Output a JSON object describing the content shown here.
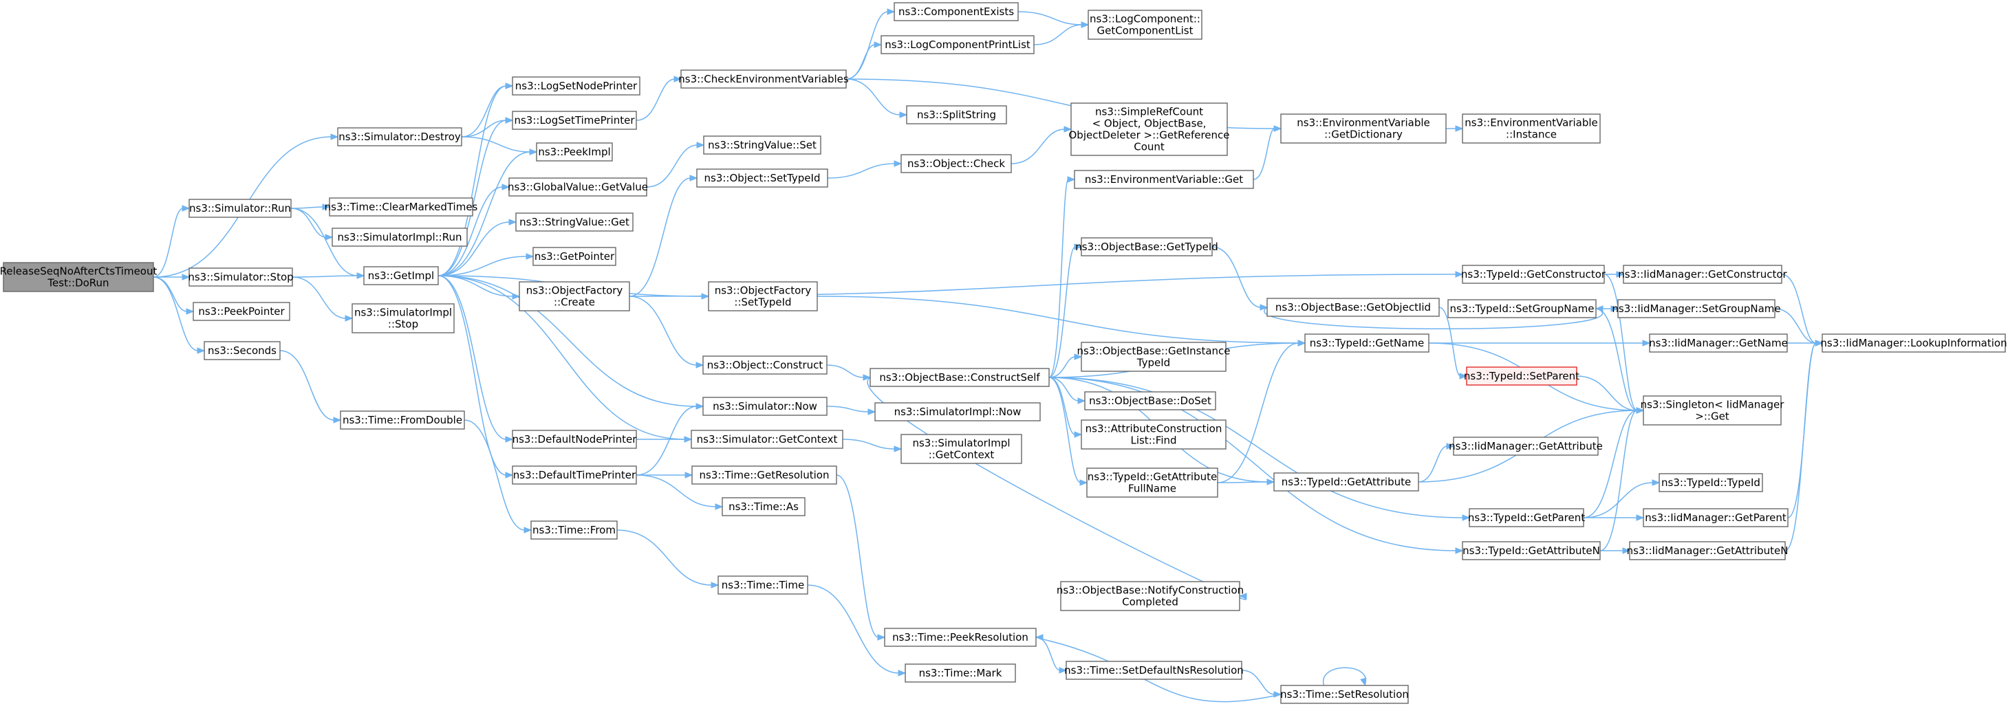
{
  "graph": {
    "nodes": {
      "root": {
        "lines": [
          "ReleaseSeqNoAfterCtsTimeout",
          "Test::DoRun"
        ],
        "style": "root"
      },
      "simDestroy": {
        "lines": [
          "ns3::Simulator::Destroy"
        ]
      },
      "simRun": {
        "lines": [
          "ns3::Simulator::Run"
        ]
      },
      "simStop": {
        "lines": [
          "ns3::Simulator::Stop"
        ]
      },
      "peekPointer": {
        "lines": [
          "ns3::PeekPointer"
        ]
      },
      "seconds": {
        "lines": [
          "ns3::Seconds"
        ]
      },
      "clearMarked": {
        "lines": [
          "ns3::Time::ClearMarkedTimes"
        ]
      },
      "simImplRun": {
        "lines": [
          "ns3::SimulatorImpl::Run"
        ]
      },
      "getImpl": {
        "lines": [
          "ns3::GetImpl"
        ]
      },
      "simImplStop": {
        "lines": [
          "ns3::SimulatorImpl",
          "::Stop"
        ]
      },
      "fromDouble": {
        "lines": [
          "ns3::Time::FromDouble"
        ]
      },
      "logSetNode": {
        "lines": [
          "ns3::LogSetNodePrinter"
        ]
      },
      "logSetTime": {
        "lines": [
          "ns3::LogSetTimePrinter"
        ]
      },
      "peekImpl": {
        "lines": [
          "ns3::PeekImpl"
        ]
      },
      "globalGet": {
        "lines": [
          "ns3::GlobalValue::GetValue"
        ]
      },
      "stringGet": {
        "lines": [
          "ns3::StringValue::Get"
        ]
      },
      "getPointer": {
        "lines": [
          "ns3::GetPointer"
        ]
      },
      "objFactCreate": {
        "lines": [
          "ns3::ObjectFactory",
          "::Create"
        ]
      },
      "defNodePrinter": {
        "lines": [
          "ns3::DefaultNodePrinter"
        ]
      },
      "defTimePrinter": {
        "lines": [
          "ns3::DefaultTimePrinter"
        ]
      },
      "timeFrom": {
        "lines": [
          "ns3::Time::From"
        ]
      },
      "checkEnv": {
        "lines": [
          "ns3::CheckEnvironmentVariables"
        ]
      },
      "stringSet": {
        "lines": [
          "ns3::StringValue::Set"
        ]
      },
      "objSetTypeId": {
        "lines": [
          "ns3::Object::SetTypeId"
        ]
      },
      "objFactSetTypeId": {
        "lines": [
          "ns3::ObjectFactory",
          "::SetTypeId"
        ]
      },
      "objConstruct": {
        "lines": [
          "ns3::Object::Construct"
        ]
      },
      "simNow": {
        "lines": [
          "ns3::Simulator::Now"
        ]
      },
      "simGetContext": {
        "lines": [
          "ns3::Simulator::GetContext"
        ]
      },
      "timeGetRes": {
        "lines": [
          "ns3::Time::GetResolution"
        ]
      },
      "timeAs": {
        "lines": [
          "ns3::Time::As"
        ]
      },
      "timeTime": {
        "lines": [
          "ns3::Time::Time"
        ]
      },
      "compExists": {
        "lines": [
          "ns3::ComponentExists"
        ]
      },
      "logCompPrint": {
        "lines": [
          "ns3::LogComponentPrintList"
        ]
      },
      "splitString": {
        "lines": [
          "ns3::SplitString"
        ]
      },
      "objCheck": {
        "lines": [
          "ns3::Object::Check"
        ]
      },
      "simImplNow": {
        "lines": [
          "ns3::SimulatorImpl::Now"
        ]
      },
      "simImplGetCtx": {
        "lines": [
          "ns3::SimulatorImpl",
          "::GetContext"
        ]
      },
      "peekRes": {
        "lines": [
          "ns3::Time::PeekResolution"
        ]
      },
      "timeMark": {
        "lines": [
          "ns3::Time::Mark"
        ]
      },
      "setDefNsRes": {
        "lines": [
          "ns3::Time::SetDefaultNsResolution"
        ]
      },
      "logCompGet": {
        "lines": [
          "ns3::LogComponent::",
          "GetComponentList"
        ]
      },
      "simpleRefCount": {
        "lines": [
          "ns3::SimpleRefCount",
          "< Object, ObjectBase,",
          "ObjectDeleter >::GetReference",
          "Count"
        ]
      },
      "envGet": {
        "lines": [
          "ns3::EnvironmentVariable::Get"
        ]
      },
      "objBaseGetTypeId": {
        "lines": [
          "ns3::ObjectBase::GetTypeId"
        ]
      },
      "objBaseConstructSelf": {
        "lines": [
          "ns3::ObjectBase::ConstructSelf"
        ]
      },
      "objBaseGetInstTypeId": {
        "lines": [
          "ns3::ObjectBase::GetInstance",
          "TypeId"
        ]
      },
      "objBaseDoSet": {
        "lines": [
          "ns3::ObjectBase::DoSet"
        ]
      },
      "attrConstrFind": {
        "lines": [
          "ns3::AttributeConstruction",
          "List::Find"
        ]
      },
      "typeIdGetAttrFullName": {
        "lines": [
          "ns3::TypeId::GetAttribute",
          "FullName"
        ]
      },
      "notifyConstr": {
        "lines": [
          "ns3::ObjectBase::NotifyConstruction",
          "Completed"
        ]
      },
      "envGetDict": {
        "lines": [
          "ns3::EnvironmentVariable",
          "::GetDictionary"
        ]
      },
      "objBaseGetObjectIid": {
        "lines": [
          "ns3::ObjectBase::GetObjectIid"
        ]
      },
      "typeIdGetAttr": {
        "lines": [
          "ns3::TypeId::GetAttribute"
        ]
      },
      "timeSetRes": {
        "lines": [
          "ns3::Time::SetResolution"
        ]
      },
      "envInstance": {
        "lines": [
          "ns3::EnvironmentVariable",
          "::Instance"
        ]
      },
      "typeIdGetCtor": {
        "lines": [
          "ns3::TypeId::GetConstructor"
        ]
      },
      "typeIdSetGroupName": {
        "lines": [
          "ns3::TypeId::SetGroupName"
        ]
      },
      "typeIdGetName": {
        "lines": [
          "ns3::TypeId::GetName"
        ]
      },
      "typeIdSetParent": {
        "lines": [
          "ns3::TypeId::SetParent"
        ],
        "style": "red"
      },
      "typeIdGetParent": {
        "lines": [
          "ns3::TypeId::GetParent"
        ]
      },
      "typeIdGetAttrN": {
        "lines": [
          "ns3::TypeId::GetAttributeN"
        ]
      },
      "iidGetCtor": {
        "lines": [
          "ns3::IidManager::GetConstructor"
        ]
      },
      "iidSetGroupName": {
        "lines": [
          "ns3::IidManager::SetGroupName"
        ]
      },
      "iidGetName": {
        "lines": [
          "ns3::IidManager::GetName"
        ]
      },
      "iidGetAttr": {
        "lines": [
          "ns3::IidManager::GetAttribute"
        ]
      },
      "singletonGet": {
        "lines": [
          "ns3::Singleton< IidManager",
          ">::Get"
        ]
      },
      "typeIdTypeId": {
        "lines": [
          "ns3::TypeId::TypeId"
        ]
      },
      "iidGetParent": {
        "lines": [
          "ns3::IidManager::GetParent"
        ]
      },
      "iidGetAttrN": {
        "lines": [
          "ns3::IidManager::GetAttributeN"
        ]
      },
      "iidLookup": {
        "lines": [
          "ns3::IidManager::LookupInformation"
        ]
      }
    },
    "edges": [
      [
        "root",
        "simDestroy"
      ],
      [
        "root",
        "simRun"
      ],
      [
        "root",
        "simStop"
      ],
      [
        "root",
        "peekPointer"
      ],
      [
        "root",
        "seconds"
      ],
      [
        "simDestroy",
        "logSetNode"
      ],
      [
        "simDestroy",
        "logSetTime"
      ],
      [
        "simDestroy",
        "peekImpl"
      ],
      [
        "simRun",
        "clearMarked"
      ],
      [
        "simRun",
        "simImplRun"
      ],
      [
        "simRun",
        "getImpl"
      ],
      [
        "simStop",
        "getImpl"
      ],
      [
        "simStop",
        "simImplStop"
      ],
      [
        "seconds",
        "fromDouble"
      ],
      [
        "fromDouble",
        "timeFrom"
      ],
      [
        "getImpl",
        "logSetNode"
      ],
      [
        "getImpl",
        "logSetTime"
      ],
      [
        "getImpl",
        "peekImpl"
      ],
      [
        "getImpl",
        "globalGet"
      ],
      [
        "getImpl",
        "stringGet"
      ],
      [
        "getImpl",
        "getPointer"
      ],
      [
        "getImpl",
        "objFactCreate"
      ],
      [
        "getImpl",
        "objFactSetTypeId"
      ],
      [
        "getImpl",
        "simNow"
      ],
      [
        "getImpl",
        "defNodePrinter"
      ],
      [
        "getImpl",
        "simGetContext"
      ],
      [
        "getImpl",
        "defTimePrinter"
      ],
      [
        "logSetTime",
        "checkEnv"
      ],
      [
        "checkEnv",
        "compExists"
      ],
      [
        "checkEnv",
        "logCompPrint"
      ],
      [
        "checkEnv",
        "splitString"
      ],
      [
        "checkEnv",
        "envGetDict"
      ],
      [
        "compExists",
        "logCompGet"
      ],
      [
        "logCompPrint",
        "logCompGet"
      ],
      [
        "globalGet",
        "stringSet"
      ],
      [
        "objFactCreate",
        "objSetTypeId"
      ],
      [
        "objFactCreate",
        "objConstruct"
      ],
      [
        "objFactCreate",
        "typeIdGetCtor"
      ],
      [
        "objSetTypeId",
        "objCheck"
      ],
      [
        "objCheck",
        "simpleRefCount"
      ],
      [
        "objFactSetTypeId",
        "typeIdGetName"
      ],
      [
        "objConstruct",
        "objBaseConstructSelf"
      ],
      [
        "defNodePrinter",
        "simGetContext"
      ],
      [
        "defTimePrinter",
        "simNow"
      ],
      [
        "defTimePrinter",
        "timeGetRes"
      ],
      [
        "defTimePrinter",
        "timeAs"
      ],
      [
        "simNow",
        "simImplNow"
      ],
      [
        "simGetContext",
        "simImplGetCtx"
      ],
      [
        "timeGetRes",
        "peekRes"
      ],
      [
        "timeFrom",
        "timeTime"
      ],
      [
        "timeTime",
        "timeMark"
      ],
      [
        "peekRes",
        "setDefNsRes"
      ],
      [
        "setDefNsRes",
        "timeSetRes"
      ],
      [
        "timeSetRes",
        "peekRes"
      ],
      [
        "timeSetRes",
        "timeSetRes"
      ],
      [
        "objBaseConstructSelf",
        "envGet"
      ],
      [
        "objBaseConstructSelf",
        "objBaseGetTypeId"
      ],
      [
        "objBaseConstructSelf",
        "objBaseGetInstTypeId"
      ],
      [
        "objBaseConstructSelf",
        "objBaseDoSet"
      ],
      [
        "objBaseConstructSelf",
        "attrConstrFind"
      ],
      [
        "objBaseConstructSelf",
        "typeIdGetAttrFullName"
      ],
      [
        "objBaseConstructSelf",
        "notifyConstr"
      ],
      [
        "objBaseConstructSelf",
        "typeIdGetName"
      ],
      [
        "objBaseConstructSelf",
        "typeIdGetAttr"
      ],
      [
        "objBaseConstructSelf",
        "typeIdGetParent"
      ],
      [
        "objBaseConstructSelf",
        "typeIdGetAttrN"
      ],
      [
        "envGet",
        "envGetDict"
      ],
      [
        "envGetDict",
        "envInstance"
      ],
      [
        "objBaseGetTypeId",
        "objBaseGetObjectIid"
      ],
      [
        "objBaseGetObjectIid",
        "typeIdSetGroupName"
      ],
      [
        "objBaseGetObjectIid",
        "typeIdSetParent"
      ],
      [
        "typeIdGetAttrFullName",
        "typeIdGetName"
      ],
      [
        "typeIdGetAttrFullName",
        "typeIdGetAttr"
      ],
      [
        "typeIdGetAttr",
        "iidGetAttr"
      ],
      [
        "typeIdGetAttr",
        "singletonGet"
      ],
      [
        "typeIdGetCtor",
        "iidGetCtor"
      ],
      [
        "typeIdGetCtor",
        "singletonGet"
      ],
      [
        "typeIdSetGroupName",
        "iidSetGroupName"
      ],
      [
        "typeIdSetGroupName",
        "singletonGet"
      ],
      [
        "typeIdGetName",
        "iidGetName"
      ],
      [
        "typeIdGetName",
        "singletonGet"
      ],
      [
        "typeIdSetParent",
        "singletonGet"
      ],
      [
        "typeIdGetParent",
        "typeIdTypeId"
      ],
      [
        "typeIdGetParent",
        "iidGetParent"
      ],
      [
        "typeIdGetParent",
        "singletonGet"
      ],
      [
        "typeIdGetAttrN",
        "iidGetAttrN"
      ],
      [
        "typeIdGetAttrN",
        "singletonGet"
      ],
      [
        "iidGetCtor",
        "iidLookup"
      ],
      [
        "iidSetGroupName",
        "iidLookup"
      ],
      [
        "iidGetName",
        "iidLookup"
      ],
      [
        "iidGetParent",
        "iidLookup"
      ],
      [
        "iidGetAttrN",
        "iidLookup"
      ]
    ]
  }
}
